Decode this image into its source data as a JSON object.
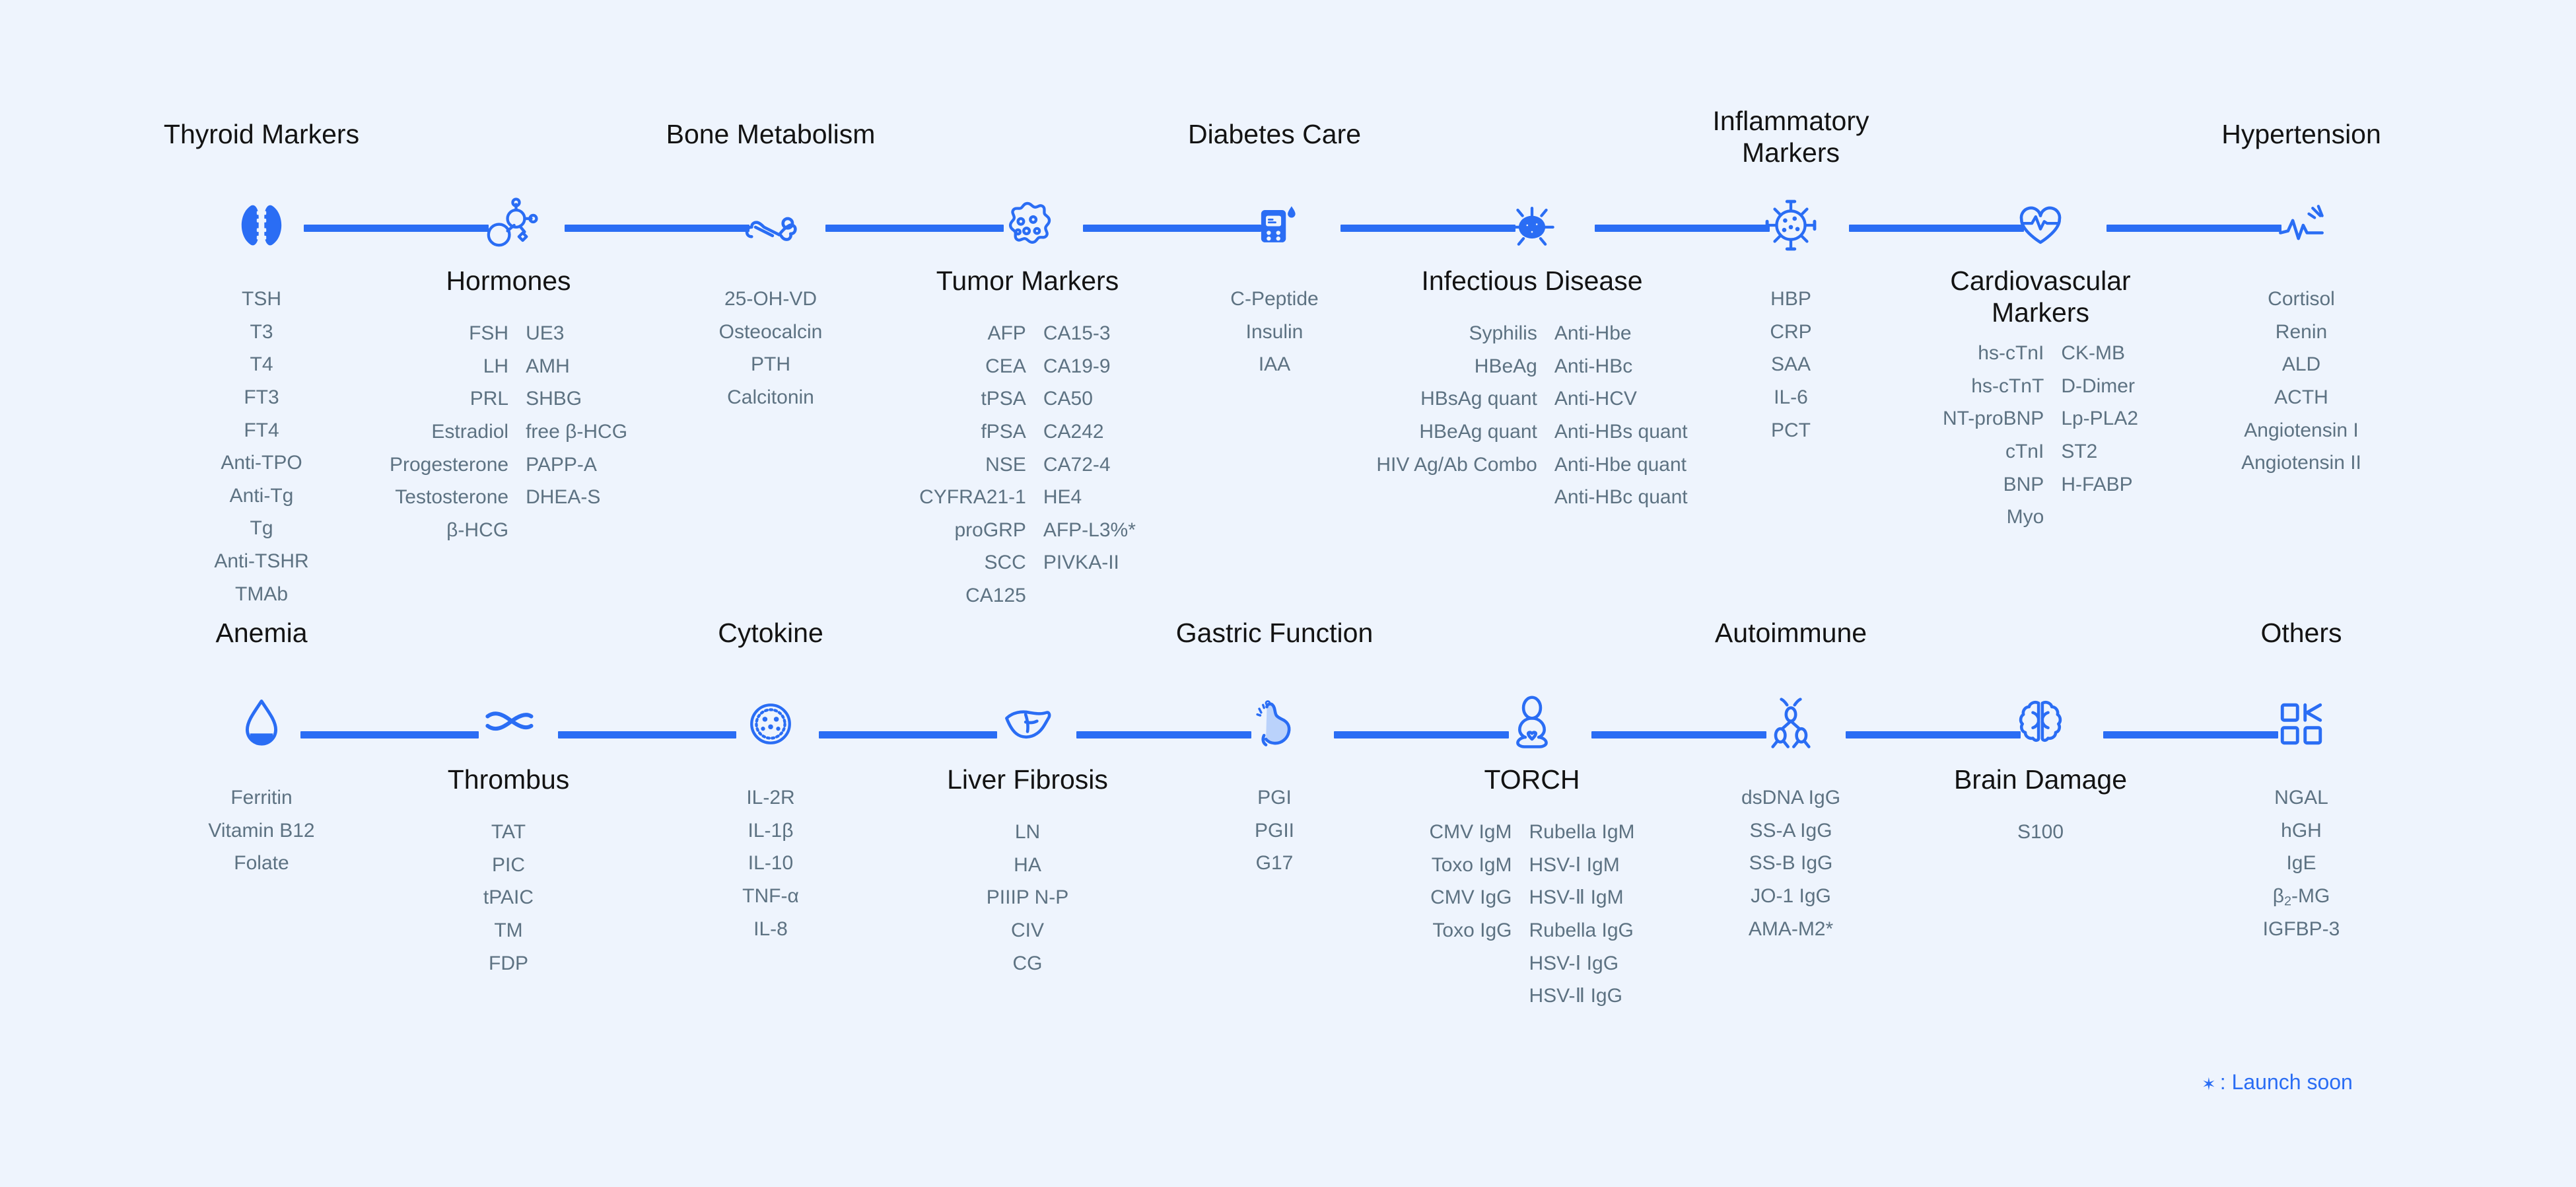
{
  "theme": {
    "background": "#eef4fd",
    "accent": "#2a6df4",
    "title_color": "#131313",
    "item_color": "#5d7282"
  },
  "footnote": {
    "star": "✶",
    "text": ": Launch soon"
  },
  "rows": [
    {
      "row": 1,
      "nodes": [
        {
          "id": "thyroid-markers",
          "title": "Thyroid Markers",
          "title_pos": "above",
          "icon": "thyroid-icon",
          "columns": [
            {
              "align": "center",
              "items": [
                "TSH",
                "T3",
                "T4",
                "FT3",
                "FT4",
                "Anti-TPO",
                "Anti-Tg",
                "Tg",
                "Anti-TSHR",
                "TMAb"
              ]
            }
          ]
        },
        {
          "id": "hormones",
          "title": "Hormones",
          "title_pos": "below",
          "icon": "hormone-molecule-icon",
          "columns": [
            {
              "align": "right",
              "items": [
                "FSH",
                "LH",
                "PRL",
                "Estradiol",
                "Progesterone",
                "Testosterone",
                "β-HCG"
              ]
            },
            {
              "align": "left",
              "items": [
                "UE3",
                "AMH",
                "SHBG",
                "free β-HCG",
                "PAPP-A",
                "DHEA-S"
              ]
            }
          ]
        },
        {
          "id": "bone-metabolism",
          "title": "Bone Metabolism",
          "title_pos": "above",
          "icon": "bone-icon",
          "columns": [
            {
              "align": "center",
              "items": [
                "25-OH-VD",
                "Osteocalcin",
                "PTH",
                "Calcitonin"
              ]
            }
          ]
        },
        {
          "id": "tumor-markers",
          "title": "Tumor Markers",
          "title_pos": "below",
          "icon": "tumor-cell-icon",
          "columns": [
            {
              "align": "right",
              "items": [
                "AFP",
                "CEA",
                "tPSA",
                "fPSA",
                "NSE",
                "CYFRA21-1",
                "proGRP",
                "SCC",
                "CA125"
              ]
            },
            {
              "align": "left",
              "items": [
                "CA15-3",
                "CA19-9",
                "CA50",
                "CA242",
                "CA72-4",
                "HE4",
                "AFP-L3%*",
                "PIVKA-II"
              ]
            }
          ]
        },
        {
          "id": "diabetes-care",
          "title": "Diabetes Care",
          "title_pos": "above",
          "icon": "glucometer-icon",
          "columns": [
            {
              "align": "center",
              "items": [
                "C-Peptide",
                "Insulin",
                "IAA"
              ]
            }
          ]
        },
        {
          "id": "infectious-disease",
          "title": "Infectious Disease",
          "title_pos": "below",
          "icon": "bacteria-icon",
          "columns": [
            {
              "align": "right",
              "items": [
                "Syphilis",
                "HBeAg",
                "HBsAg quant",
                "HBeAg quant",
                "HIV Ag/Ab Combo"
              ]
            },
            {
              "align": "left",
              "items": [
                "Anti-Hbe",
                "Anti-HBc",
                "Anti-HCV",
                "Anti-HBs quant",
                "Anti-Hbe quant",
                "Anti-HBc quant"
              ]
            }
          ]
        },
        {
          "id": "inflammatory-markers",
          "title": "Inflammatory Markers",
          "title_pos": "above",
          "title_lines": 2,
          "icon": "virus-icon",
          "columns": [
            {
              "align": "center",
              "items": [
                "HBP",
                "CRP",
                "SAA",
                "IL-6",
                "PCT"
              ]
            }
          ]
        },
        {
          "id": "cardiovascular-markers",
          "title": "Cardiovascular Markers",
          "title_pos": "below",
          "title_lines": 2,
          "icon": "heart-pulse-icon",
          "columns": [
            {
              "align": "right",
              "items": [
                "hs-cTnI",
                "hs-cTnT",
                "NT-proBNP",
                "cTnI",
                "BNP",
                "Myo"
              ]
            },
            {
              "align": "left",
              "items": [
                "CK-MB",
                "D-Dimer",
                "Lp-PLA2",
                "ST2",
                "H-FABP"
              ]
            }
          ]
        },
        {
          "id": "hypertension",
          "title": "Hypertension",
          "title_pos": "above",
          "icon": "blood-pressure-icon",
          "columns": [
            {
              "align": "center",
              "items": [
                "Cortisol",
                "Renin",
                "ALD",
                "ACTH",
                "Angiotensin I",
                "Angiotensin II"
              ]
            }
          ]
        }
      ]
    },
    {
      "row": 2,
      "nodes": [
        {
          "id": "anemia",
          "title": "Anemia",
          "title_pos": "above",
          "icon": "blood-drop-icon",
          "columns": [
            {
              "align": "center",
              "items": [
                "Ferritin",
                "Vitamin B12",
                "Folate"
              ]
            }
          ]
        },
        {
          "id": "thrombus",
          "title": "Thrombus",
          "title_pos": "below",
          "icon": "vessel-clot-icon",
          "columns": [
            {
              "align": "center",
              "items": [
                "TAT",
                "PIC",
                "tPAIC",
                "TM",
                "FDP"
              ]
            }
          ]
        },
        {
          "id": "cytokine",
          "title": "Cytokine",
          "title_pos": "above",
          "icon": "cytokine-cell-icon",
          "columns": [
            {
              "align": "center",
              "items": [
                "IL-2R",
                "IL-1β",
                "IL-10",
                "TNF-α",
                "IL-8"
              ]
            }
          ]
        },
        {
          "id": "liver-fibrosis",
          "title": "Liver Fibrosis",
          "title_pos": "below",
          "icon": "liver-icon",
          "columns": [
            {
              "align": "center",
              "items": [
                "LN",
                "HA",
                "PIIIP N-P",
                "CIV",
                "CG"
              ]
            }
          ]
        },
        {
          "id": "gastric-function",
          "title": "Gastric Function",
          "title_pos": "above",
          "icon": "stomach-icon",
          "columns": [
            {
              "align": "center",
              "items": [
                "PGI",
                "PGII",
                "G17"
              ]
            }
          ]
        },
        {
          "id": "torch",
          "title": "TORCH",
          "title_pos": "below",
          "icon": "baby-icon",
          "columns": [
            {
              "align": "right",
              "items": [
                "CMV IgM",
                "Toxo IgM",
                "CMV IgG",
                "Toxo IgG"
              ]
            },
            {
              "align": "left",
              "items": [
                "Rubella IgM",
                "HSV-Ⅰ IgM",
                "HSV-Ⅱ IgM",
                "Rubella IgG",
                "HSV-Ⅰ IgG",
                "HSV-Ⅱ IgG"
              ]
            }
          ]
        },
        {
          "id": "autoimmune",
          "title": "Autoimmune",
          "title_pos": "above",
          "icon": "antibody-icon",
          "columns": [
            {
              "align": "center",
              "items": [
                "dsDNA IgG",
                "SS-A IgG",
                "SS-B IgG",
                "JO-1 IgG",
                "AMA-M2*"
              ]
            }
          ]
        },
        {
          "id": "brain-damage",
          "title": "Brain Damage",
          "title_pos": "below",
          "icon": "brain-icon",
          "columns": [
            {
              "align": "center",
              "items": [
                "S100"
              ]
            }
          ]
        },
        {
          "id": "others",
          "title": "Others",
          "title_pos": "above",
          "icon": "blocks-icon",
          "columns": [
            {
              "align": "center",
              "items": [
                "NGAL",
                "hGH",
                "IgE",
                "β2-MG",
                "IGFBP-3"
              ]
            }
          ]
        }
      ]
    }
  ]
}
